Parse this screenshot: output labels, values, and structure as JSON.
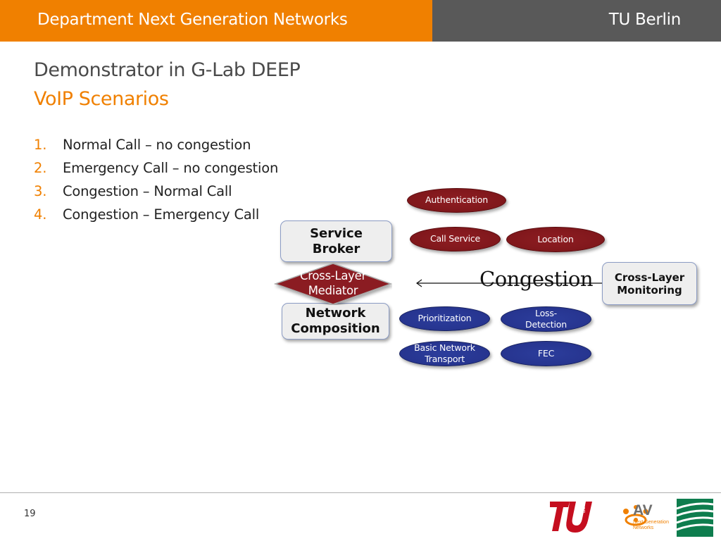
{
  "header": {
    "title": "Department Next Generation Networks",
    "university": "TU Berlin",
    "accent_color": "#f08000",
    "dark_color": "#595959"
  },
  "slide": {
    "title": "Demonstrator in G-Lab DEEP",
    "subtitle": "VoIP Scenarios"
  },
  "scenarios": [
    {
      "num": "1.",
      "text": "Normal Call – no congestion"
    },
    {
      "num": "2.",
      "text": "Emergency Call – no congestion"
    },
    {
      "num": "3.",
      "text": "Congestion – Normal Call"
    },
    {
      "num": "4.",
      "text": "Congestion – Emergency Call"
    }
  ],
  "diagram": {
    "service_broker": "Service\nBroker",
    "network_composition": "Network\nComposition",
    "cross_layer_mediator": "Cross-Layer\nMediator",
    "cross_layer_monitoring": "Cross-Layer\nMonitoring",
    "congestion": "Congestion",
    "service_functions": [
      "Authentication",
      "Call Service",
      "Location"
    ],
    "network_functions": [
      "Prioritization",
      "Loss-\nDetection",
      "Basic Network\nTransport",
      "FEC"
    ],
    "service_color": "#7a1519",
    "network_color": "#24318a"
  },
  "footer": {
    "page_number": "19",
    "tu_logo_text": "berlin",
    "av_logo_text": "AV",
    "av_logo_sub": "Next Generation\nNetworks"
  }
}
